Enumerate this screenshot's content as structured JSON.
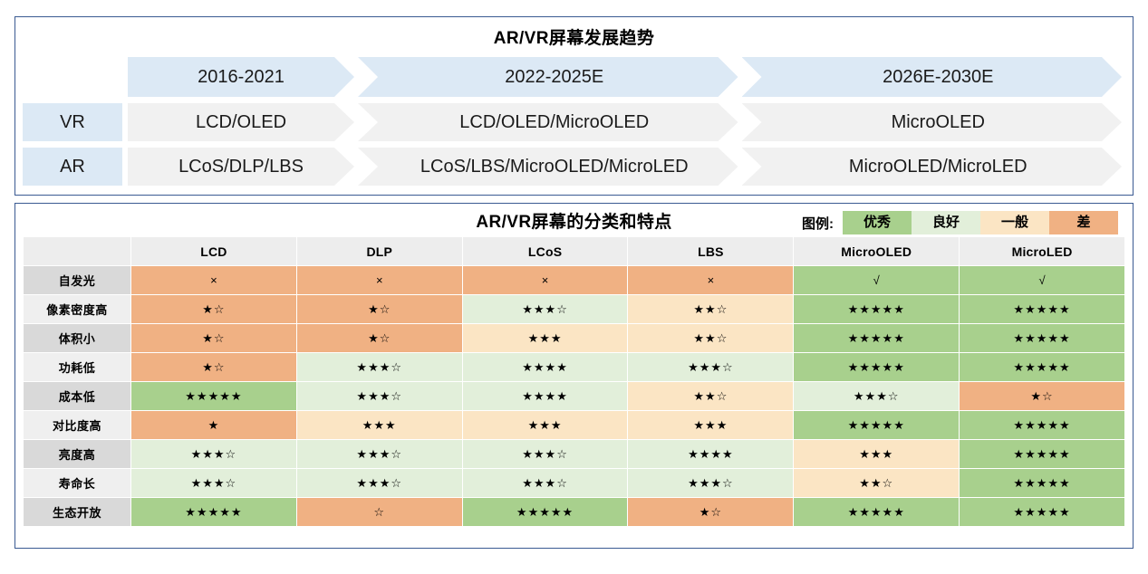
{
  "trend": {
    "title": "AR/VR屏幕发展趋势",
    "periods": [
      "2016-2021",
      "2022-2025E",
      "2026E-2030E"
    ],
    "rows": [
      {
        "label": "VR",
        "values": [
          "LCD/OLED",
          "LCD/OLED/MicroOLED",
          "MicroOLED"
        ]
      },
      {
        "label": "AR",
        "values": [
          "LCoS/DLP/LBS",
          "LCoS/LBS/MicroOLED/MicroLED",
          "MicroOLED/MicroLED"
        ]
      }
    ]
  },
  "matrix": {
    "title": "AR/VR屏幕的分类和特点",
    "legend": {
      "label": "图例:",
      "items": [
        {
          "text": "优秀",
          "grade": "excellent",
          "color": "#a8d08d"
        },
        {
          "text": "良好",
          "grade": "good",
          "color": "#e2efda"
        },
        {
          "text": "一般",
          "grade": "fair",
          "color": "#fbe5c4"
        },
        {
          "text": "差",
          "grade": "poor",
          "color": "#f0b183"
        }
      ]
    },
    "columns": [
      "LCD",
      "DLP",
      "LCoS",
      "LBS",
      "MicroOLED",
      "MicroLED"
    ],
    "rows": [
      {
        "label": "自发光",
        "cells": [
          {
            "text": "×",
            "grade": "poor"
          },
          {
            "text": "×",
            "grade": "poor"
          },
          {
            "text": "×",
            "grade": "poor"
          },
          {
            "text": "×",
            "grade": "poor"
          },
          {
            "text": "√",
            "grade": "excellent"
          },
          {
            "text": "√",
            "grade": "excellent"
          }
        ]
      },
      {
        "label": "像素密度高",
        "cells": [
          {
            "text": "★☆",
            "grade": "poor"
          },
          {
            "text": "★☆",
            "grade": "poor"
          },
          {
            "text": "★★★☆",
            "grade": "good"
          },
          {
            "text": "★★☆",
            "grade": "fair"
          },
          {
            "text": "★★★★★",
            "grade": "excellent"
          },
          {
            "text": "★★★★★",
            "grade": "excellent"
          }
        ]
      },
      {
        "label": "体积小",
        "cells": [
          {
            "text": "★☆",
            "grade": "poor"
          },
          {
            "text": "★☆",
            "grade": "poor"
          },
          {
            "text": "★★★",
            "grade": "fair"
          },
          {
            "text": "★★☆",
            "grade": "fair"
          },
          {
            "text": "★★★★★",
            "grade": "excellent"
          },
          {
            "text": "★★★★★",
            "grade": "excellent"
          }
        ]
      },
      {
        "label": "功耗低",
        "cells": [
          {
            "text": "★☆",
            "grade": "poor"
          },
          {
            "text": "★★★☆",
            "grade": "good"
          },
          {
            "text": "★★★★",
            "grade": "good"
          },
          {
            "text": "★★★☆",
            "grade": "good"
          },
          {
            "text": "★★★★★",
            "grade": "excellent"
          },
          {
            "text": "★★★★★",
            "grade": "excellent"
          }
        ]
      },
      {
        "label": "成本低",
        "cells": [
          {
            "text": "★★★★★",
            "grade": "excellent"
          },
          {
            "text": "★★★☆",
            "grade": "good"
          },
          {
            "text": "★★★★",
            "grade": "good"
          },
          {
            "text": "★★☆",
            "grade": "fair"
          },
          {
            "text": "★★★☆",
            "grade": "good"
          },
          {
            "text": "★☆",
            "grade": "poor"
          }
        ]
      },
      {
        "label": "对比度高",
        "cells": [
          {
            "text": "★",
            "grade": "poor"
          },
          {
            "text": "★★★",
            "grade": "fair"
          },
          {
            "text": "★★★",
            "grade": "fair"
          },
          {
            "text": "★★★",
            "grade": "fair"
          },
          {
            "text": "★★★★★",
            "grade": "excellent"
          },
          {
            "text": "★★★★★",
            "grade": "excellent"
          }
        ]
      },
      {
        "label": "亮度高",
        "cells": [
          {
            "text": "★★★☆",
            "grade": "good"
          },
          {
            "text": "★★★☆",
            "grade": "good"
          },
          {
            "text": "★★★☆",
            "grade": "good"
          },
          {
            "text": "★★★★",
            "grade": "good"
          },
          {
            "text": "★★★",
            "grade": "fair"
          },
          {
            "text": "★★★★★",
            "grade": "excellent"
          }
        ]
      },
      {
        "label": "寿命长",
        "cells": [
          {
            "text": "★★★☆",
            "grade": "good"
          },
          {
            "text": "★★★☆",
            "grade": "good"
          },
          {
            "text": "★★★☆",
            "grade": "good"
          },
          {
            "text": "★★★☆",
            "grade": "good"
          },
          {
            "text": "★★☆",
            "grade": "fair"
          },
          {
            "text": "★★★★★",
            "grade": "excellent"
          }
        ]
      },
      {
        "label": "生态开放",
        "cells": [
          {
            "text": "★★★★★",
            "grade": "excellent"
          },
          {
            "text": "☆",
            "grade": "poor"
          },
          {
            "text": "★★★★★",
            "grade": "excellent"
          },
          {
            "text": "★☆",
            "grade": "poor"
          },
          {
            "text": "★★★★★",
            "grade": "excellent"
          },
          {
            "text": "★★★★★",
            "grade": "excellent"
          }
        ]
      }
    ]
  }
}
